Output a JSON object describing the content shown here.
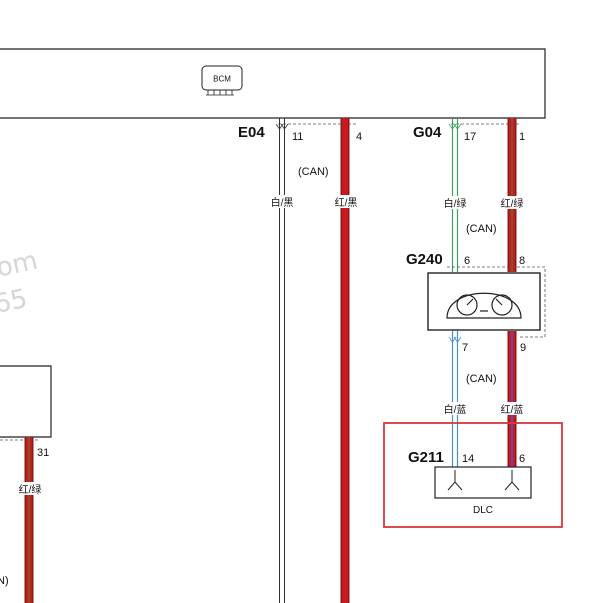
{
  "modules": {
    "bcm_label": "BCM",
    "dlc_label": "DLC"
  },
  "connectors": {
    "e04": "E04",
    "g04": "G04",
    "g240": "G240",
    "g211": "G211"
  },
  "pins": {
    "e04_a": "11",
    "e04_b": "4",
    "g04_a": "17",
    "g04_b": "1",
    "g240_in_a": "6",
    "g240_in_b": "8",
    "g240_out_a": "7",
    "g240_out_b": "9",
    "g211_a": "14",
    "g211_b": "6",
    "left_pin": "31"
  },
  "bus_labels": {
    "e04": "(CAN)",
    "g04": "(CAN)",
    "g240": "(CAN)",
    "left_partial": "N)"
  },
  "wire_colors": {
    "white_black": "白/黑",
    "red_black": "红/黑",
    "white_green": "白/绿",
    "red_green": "红/绿",
    "white_blue": "白/蓝",
    "red_blue": "红/蓝",
    "left_red_green": "红/绿"
  },
  "watermark": {
    "line1": "om",
    "line2": "65"
  },
  "colors": {
    "red_wire": "#c8191f",
    "green_wire": "#3ea05a",
    "blue_wire": "#4a8fd0",
    "highlight": "#d9373a",
    "dark_red": "#8b1a1a"
  }
}
